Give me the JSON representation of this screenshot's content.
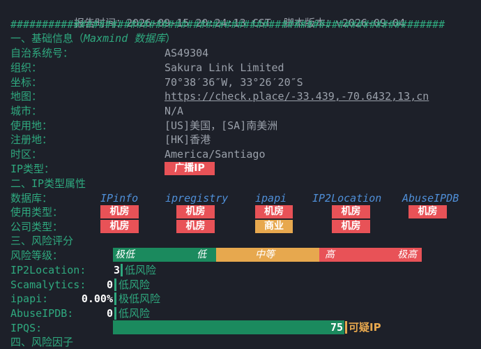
{
  "header": {
    "report_time_label": "报告时间：",
    "report_time": "2026-09-15 20:24:13 CST",
    "script_version_label": "脚本版本：",
    "script_version": "v2026-09-04",
    "divider": "#####################################################################"
  },
  "section1": {
    "title": "一、基础信息（",
    "source": "Maxmind 数据库",
    "title_end": "）",
    "rows": [
      {
        "label": "自治系统号：",
        "value": "AS49304"
      },
      {
        "label": "组织：",
        "value": "Sakura Link Limited"
      },
      {
        "label": "坐标：",
        "value": "70°38′36″W, 33°26′20″S"
      },
      {
        "label": "地图：",
        "value": "https://check.place/-33.439,-70.6432,13,cn"
      },
      {
        "label": "城市：",
        "value": "N/A"
      },
      {
        "label": "使用地：",
        "value": "[US]美国，[SA]南美洲"
      },
      {
        "label": "注册地：",
        "value": "[HK]香港"
      },
      {
        "label": "时区：",
        "value": "America/Santiago"
      }
    ],
    "ip_type_label": "IP类型：",
    "ip_type": "广播IP"
  },
  "section2": {
    "title": "二、IP类型属性",
    "db_label": "数据库：",
    "databases": [
      "IPinfo",
      "ipregistry",
      "ipapi",
      "IP2Location",
      "AbuseIPDB"
    ],
    "usage_label": "使用类型：",
    "usage": [
      "机房",
      "机房",
      "机房",
      "机房",
      "机房"
    ],
    "company_label": "公司类型：",
    "company": [
      "机房",
      "机房",
      "商业",
      "机房"
    ]
  },
  "section3": {
    "title": "三、风险评分",
    "level_label": "风险等级：",
    "levels": [
      "极低",
      "低",
      "中等",
      "高",
      "极高"
    ],
    "scores": [
      {
        "label": "IP2Location:",
        "value": "3",
        "text": "低风险"
      },
      {
        "label": "Scamalytics:",
        "value": "0",
        "text": "低风险"
      },
      {
        "label": "ipapi:",
        "value": "0.00%",
        "text": "极低风险"
      },
      {
        "label": "AbuseIPDB:",
        "value": "0",
        "text": "低风险"
      },
      {
        "label": "IPQS:",
        "value": "75",
        "text": "可疑IP"
      }
    ],
    "ipqs_level": 75
  },
  "section4": {
    "title": "四、风险因子"
  },
  "colors": {
    "green": "#2fa97f",
    "red": "#e85257",
    "orange": "#e7a84e",
    "dark_green": "#1b8a5e"
  }
}
